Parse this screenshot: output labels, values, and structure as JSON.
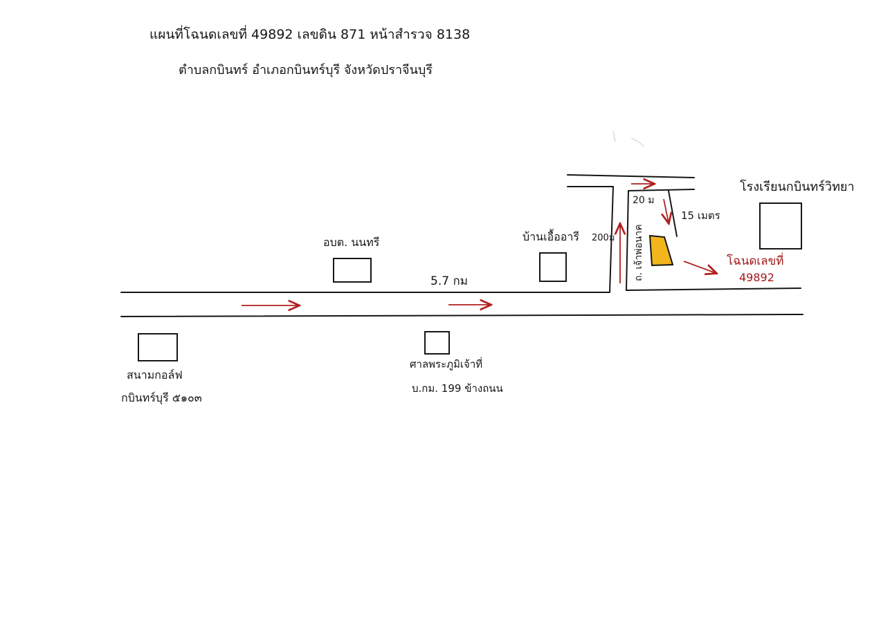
{
  "title": {
    "line1": "แผนที่โฉนดเลขที่   49892   เลขดิน   871   หน้าสำรวจ  8138",
    "line2": "ตำบลกบินทร์      อำเภอกบินทร์บุรี   จังหวัดปราจีนบุรี"
  },
  "landmarks": {
    "abt": "อบต. นนทรี",
    "house": "บ้านเอื้ออารี",
    "school": "โรงเรียนกบินทร์วิทยา",
    "golf_line1": "สนามกอล์ฟ",
    "golf_line2": "กบินทร์บุรี ๕๑๐๓",
    "shrine_line1": "ศาลพระภูมิเจ้าที่",
    "shrine_line2": "บ.กม. 199 ข้างถนน"
  },
  "road_labels": {
    "distance": "5.7 กม",
    "side_road": "ถ. เจ้าพ่อนาค",
    "dist_200m": "200ม",
    "dist_20m": "20 ม",
    "dist_15m": "15 เมตร"
  },
  "parcel": {
    "label_line1": "โฉนดเลขที่",
    "label_line2": "49892",
    "fill_color": "#f2b51c"
  },
  "colors": {
    "ink": "#151515",
    "arrow": "#b01e1e"
  }
}
